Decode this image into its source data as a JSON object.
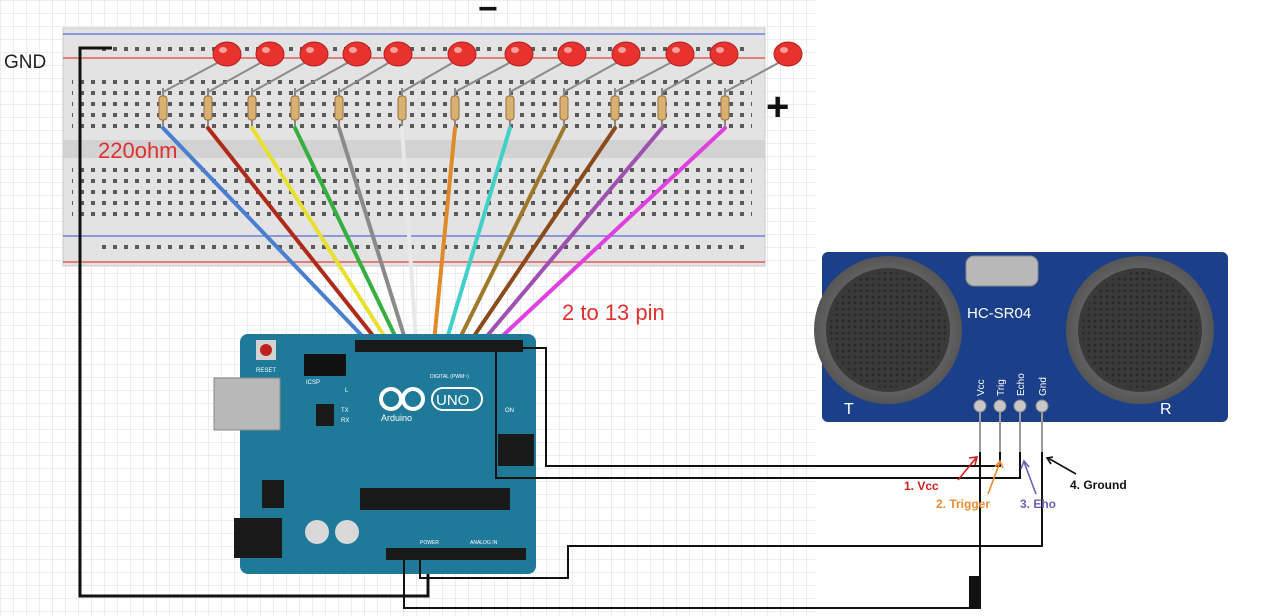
{
  "labels": {
    "gnd": "GND",
    "minus": "−",
    "plus": "+",
    "resistor": "220ohm",
    "pins": "2 to 13 pin"
  },
  "arduino": {
    "reset": "RESET",
    "icsp": "ICSP",
    "brand": "Arduino",
    "model": "UNO",
    "tx": "TX",
    "rx": "RX",
    "l": "L",
    "on": "ON",
    "digital": "DIGITAL (PWM~)",
    "power": "POWER",
    "analog": "ANALOG IN"
  },
  "sensor": {
    "model": "HC-SR04",
    "left": "T",
    "right": "R",
    "pins": [
      "Vcc",
      "Trig",
      "Echo",
      "Gnd"
    ]
  },
  "callouts": {
    "vcc": "1. Vcc",
    "trigger": "2. Trigger",
    "echo": "3. Eho",
    "ground": "4. Ground"
  },
  "colors": {
    "wires": [
      "#4a7fd0",
      "#b02a1a",
      "#e8e030",
      "#35b040",
      "#8a8a8a",
      "#e8e8e8",
      "#e08a2a",
      "#40d0c8",
      "#a0782a",
      "#8a4a1a",
      "#a050b0",
      "#e040e0"
    ],
    "led": "#e8322e",
    "board": "#1f7a9a",
    "label_red": "#e03030",
    "callout_vcc": "#d02020",
    "callout_trigger": "#f08a30",
    "callout_echo": "#7060b0",
    "callout_ground": "#111111"
  }
}
